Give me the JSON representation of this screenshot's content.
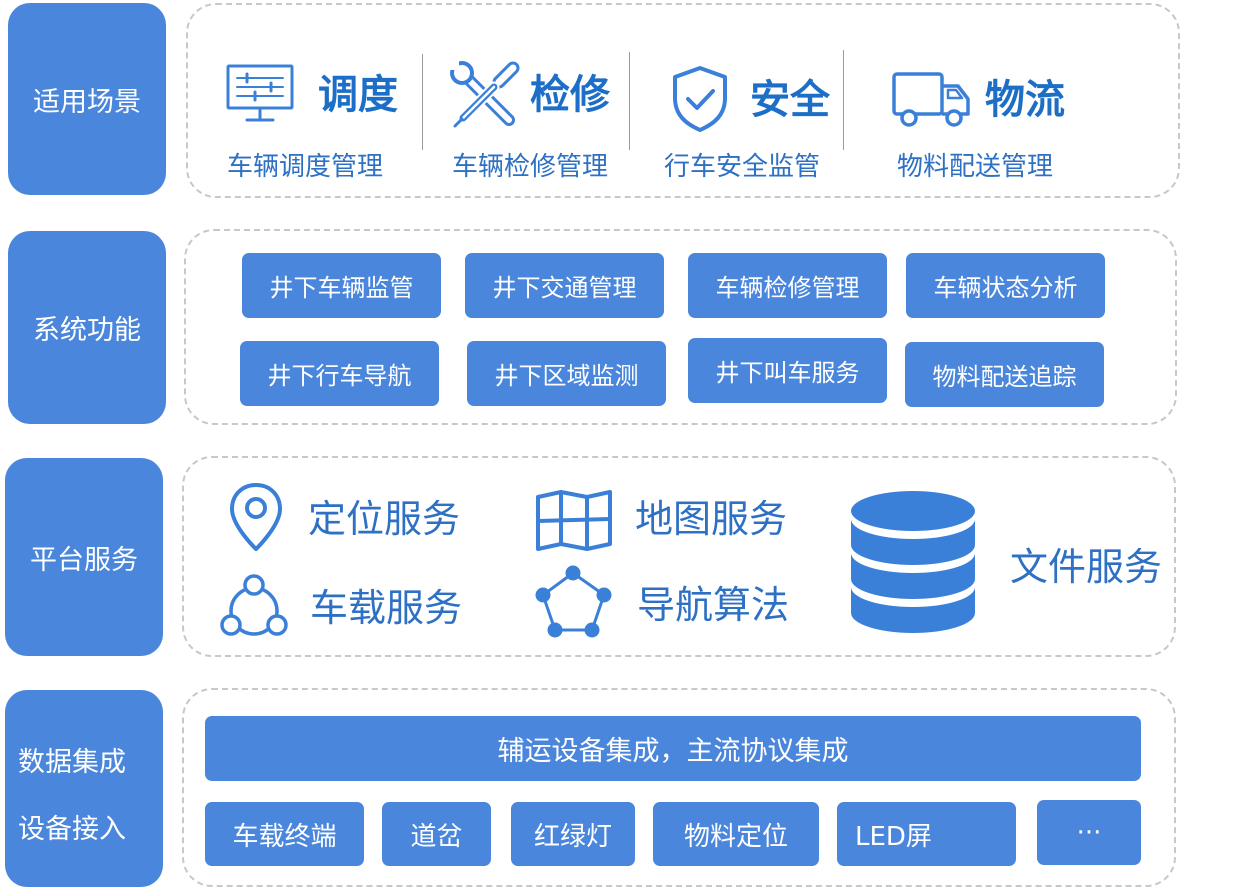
{
  "colors": {
    "accent": "#4a86dc",
    "title": "#1c6ec6",
    "text": "#2d70c4",
    "icon": "#3b80d8",
    "panel_border": "#c8c8c8"
  },
  "scenarios": {
    "label": "适用场景",
    "items": [
      {
        "title": "调度",
        "subtitle": "车辆调度管理",
        "icon": "monitor-sliders-icon"
      },
      {
        "title": "检修",
        "subtitle": "车辆检修管理",
        "icon": "wrench-screwdriver-icon"
      },
      {
        "title": "安全",
        "subtitle": "行车安全监管",
        "icon": "shield-check-icon"
      },
      {
        "title": "物流",
        "subtitle": "物料配送管理",
        "icon": "truck-icon"
      }
    ]
  },
  "functions": {
    "label": "系统功能",
    "items": [
      "井下车辆监管",
      "井下交通管理",
      "车辆检修管理",
      "车辆状态分析",
      "井下行车导航",
      "井下区域监测",
      "井下叫车服务",
      "物料配送追踪"
    ]
  },
  "platform": {
    "label": "平台服务",
    "items": [
      {
        "text": "定位服务",
        "icon": "location-pin-icon"
      },
      {
        "text": "地图服务",
        "icon": "folded-map-icon"
      },
      {
        "text": "车载服务",
        "icon": "network-circle-icon"
      },
      {
        "text": "导航算法",
        "icon": "pentagon-nodes-icon"
      },
      {
        "text": "文件服务",
        "icon": "database-icon"
      }
    ]
  },
  "integration": {
    "label_lines": [
      "数据集成",
      "设备接入"
    ],
    "banner": "辅运设备集成，主流协议集成",
    "devices": [
      "车载终端",
      "道岔",
      "红绿灯",
      "物料定位",
      "LED屏",
      "···"
    ]
  }
}
